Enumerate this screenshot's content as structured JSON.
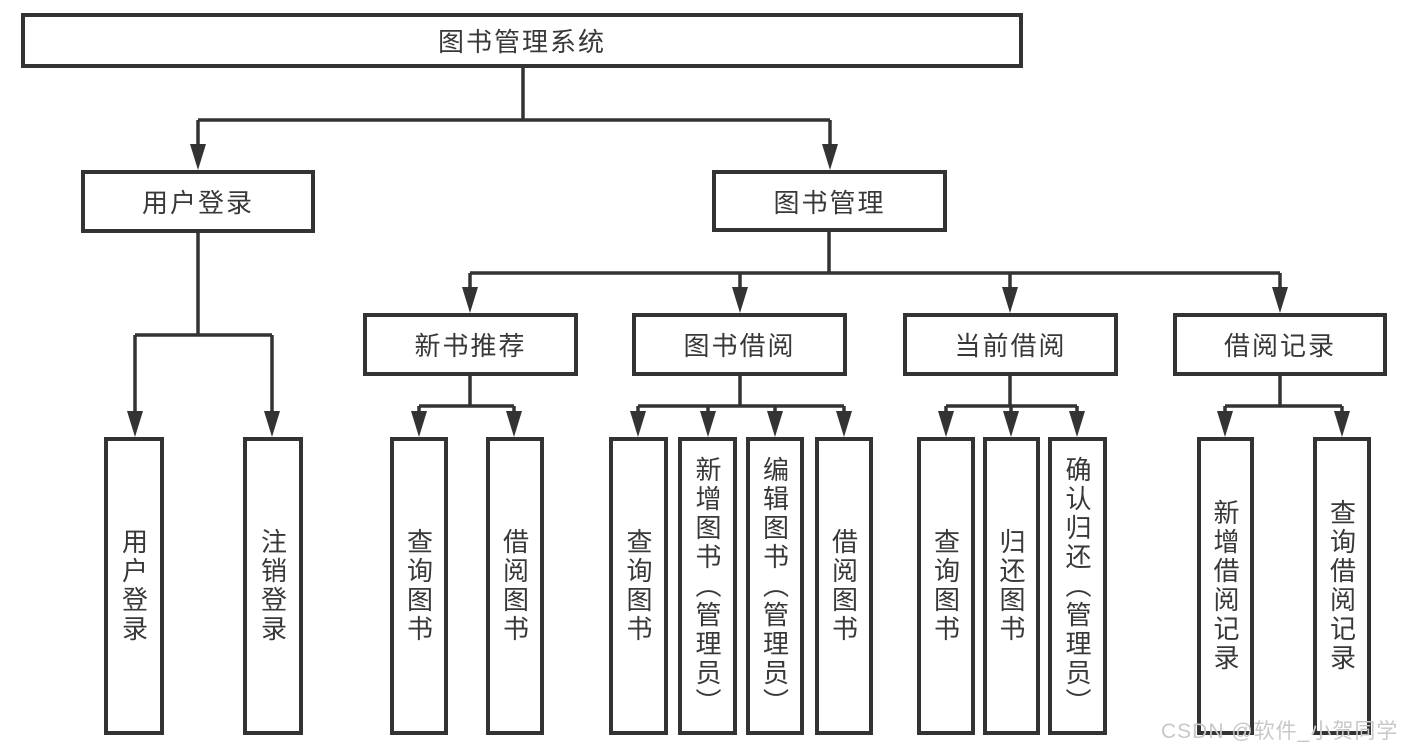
{
  "colors": {
    "line": "#333333",
    "text": "#383838",
    "box_background": "#ffffff",
    "watermark": "#c8c8c8"
  },
  "tree": {
    "label": "图书管理系统",
    "children": [
      {
        "label": "用户登录",
        "children": [
          {
            "label": "用户登录"
          },
          {
            "label": "注销登录"
          }
        ]
      },
      {
        "label": "图书管理",
        "children": [
          {
            "label": "新书推荐",
            "children": [
              {
                "label": "查询图书"
              },
              {
                "label": "借阅图书"
              }
            ]
          },
          {
            "label": "图书借阅",
            "children": [
              {
                "label": "查询图书"
              },
              {
                "label": "新增图书（管理员）"
              },
              {
                "label": "编辑图书（管理员）"
              },
              {
                "label": "借阅图书"
              }
            ]
          },
          {
            "label": "当前借阅",
            "children": [
              {
                "label": "查询图书"
              },
              {
                "label": "归还图书"
              },
              {
                "label": "确认归还（管理员）"
              }
            ]
          },
          {
            "label": "借阅记录",
            "children": [
              {
                "label": "新增借阅记录"
              },
              {
                "label": "查询借阅记录"
              }
            ]
          }
        ]
      }
    ]
  },
  "watermark": {
    "text": "CSDN @软件_小贺同学"
  }
}
